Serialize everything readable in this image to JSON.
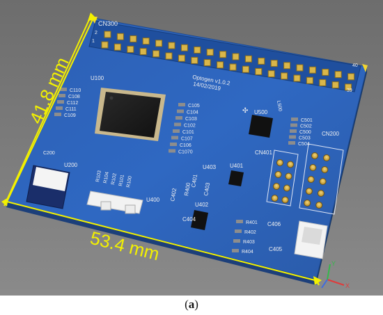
{
  "dimensions": {
    "height_label": "41.8 mm",
    "width_label": "53.4 mm"
  },
  "board": {
    "header_label": "CN300",
    "pin_1": "1",
    "pin_2": "2",
    "pin_39": "39",
    "pin_40": "40",
    "title": "Optogen v1.0.2",
    "date": "14/02/2019"
  },
  "components": {
    "u100": "U100",
    "u200": "U200",
    "u400": "U400",
    "u401": "U401",
    "u402": "U402",
    "u403": "U403",
    "u500": "U500",
    "cn200": "CN200",
    "cn401": "CN401",
    "l500": "L500",
    "c200": "C200",
    "caps_left": [
      "C110",
      "C108",
      "C112",
      "C111",
      "C109"
    ],
    "caps_right": [
      "C105",
      "C104",
      "C103",
      "C102",
      "C101",
      "C107",
      "C106",
      "C1070"
    ],
    "resistors_mid": [
      "R103",
      "R104",
      "R102",
      "R101",
      "R100"
    ],
    "caps_500": [
      "C501",
      "C502",
      "C500",
      "C503",
      "C504"
    ],
    "resistors_400": [
      "R401",
      "R402",
      "R403",
      "R404"
    ],
    "caps_400": [
      "C402",
      "C401",
      "C404",
      "C403",
      "C406",
      "C405",
      "R400"
    ]
  },
  "axes": {
    "x": "X",
    "y": "Y"
  },
  "caption": {
    "open": "(",
    "letter": "a",
    "close": ")"
  }
}
